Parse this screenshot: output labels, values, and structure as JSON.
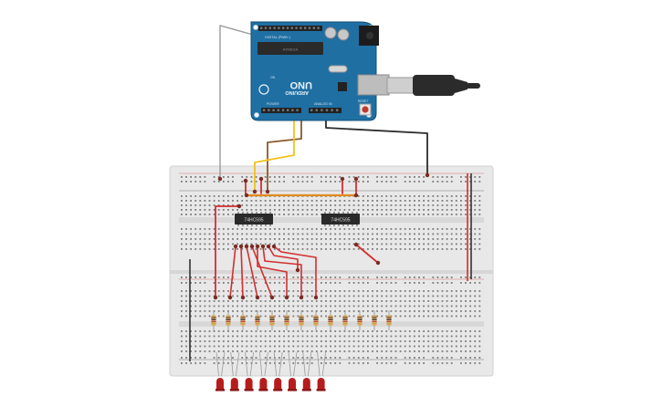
{
  "arduino": {
    "model": "UNO",
    "brand": "ARDUINO",
    "digital_header_label": "DIGITAL (PWM~)",
    "analog_header_label": "ANALOG IN",
    "power_header_label": "POWER",
    "ic_label": "ATMEGA",
    "reset_label": "RESET",
    "on_label": "ON"
  },
  "chips": [
    {
      "label": "74HC595"
    },
    {
      "label": "74HC595"
    }
  ],
  "led_count": 8,
  "resistor_count": 13,
  "usb_cable": "usb-cable",
  "colors": {
    "board": "#1f6fa3",
    "board_dark": "#164f77",
    "breadboard": "#e8e8e8",
    "rail_red": "#d42b2b",
    "rail_black": "#333333",
    "wire_red": "#d32f2f",
    "wire_orange": "#e08a1e",
    "wire_yellow": "#f2c21b",
    "wire_brown": "#8b5a2b",
    "wire_gray": "#9a9a9a",
    "wire_black": "#2b2b2b",
    "led": "#b71c1c",
    "ic": "#2a2a2a"
  }
}
